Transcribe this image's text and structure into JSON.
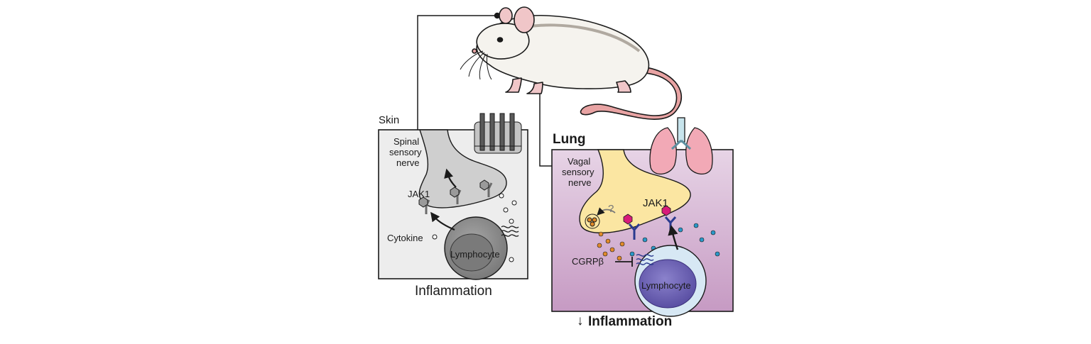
{
  "skin": {
    "title": "Skin",
    "nerve_label": [
      "Spinal",
      "sensory",
      "nerve"
    ],
    "jak1_label": "JAK1",
    "cytokine_label": "Cytokine",
    "lymphocyte_label": "Lymphocyte",
    "outcome_label": "Inflammation"
  },
  "lung": {
    "title": "Lung",
    "nerve_label": [
      "Vagal",
      "sensory",
      "nerve"
    ],
    "jak1_label": "JAK1",
    "question_mark": "?",
    "cgrp_label": "CGRPβ",
    "lymphocyte_label": "Lymphocyte",
    "outcome_arrow": "↓",
    "outcome_label": "Inflammation"
  },
  "colors": {
    "skin_panel_bg": "#ededed",
    "lung_panel_bg": "#c9a6c6",
    "vagal_nerve": "#fbe6a2",
    "spinal_nerve": "#cfcfcf",
    "lung_receptor": "#2a3a8f",
    "ligand": "#d81b7a",
    "cytokine_dot": "#2a98c8",
    "cgrp_granule": "#e08a2a",
    "lymphocyte_lung": "#6b5fb0",
    "lymphocyte_skin": "#8c8c8c",
    "lung_organ": "#f2a9b6"
  }
}
